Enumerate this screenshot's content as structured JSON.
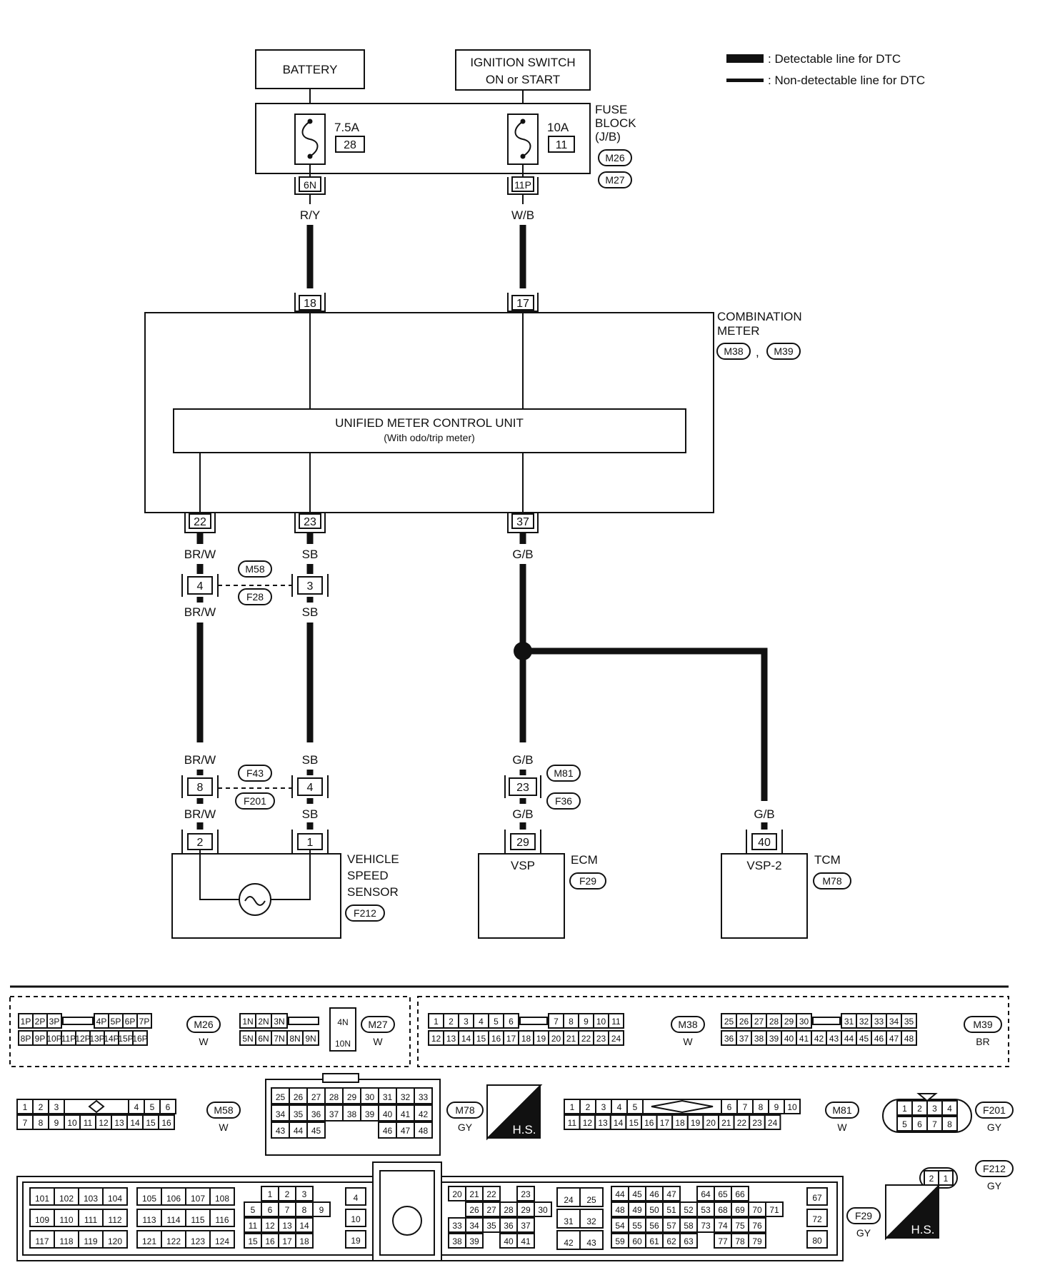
{
  "legend": {
    "detectable": ": Detectable line for DTC",
    "non_detectable": ": Non-detectable line for DTC"
  },
  "power": {
    "battery": "BATTERY",
    "ignition_line1": "IGNITION SWITCH",
    "ignition_line2": "ON or START"
  },
  "fuse_block": {
    "line1": "FUSE",
    "line2": "BLOCK",
    "line3": "(J/B)",
    "conn1": "M26",
    "conn2": "M27",
    "fuse_a_rating": "7.5A",
    "fuse_a_num": "28",
    "fuse_b_rating": "10A",
    "fuse_b_num": "11",
    "term_a": "6N",
    "term_b": "11P"
  },
  "wires": {
    "ry": "R/Y",
    "wb": "W/B",
    "brw": "BR/W",
    "sb": "SB",
    "gb": "G/B"
  },
  "combination_meter": {
    "line1": "COMBINATION",
    "line2": "METER",
    "conn1": "M38",
    "sep": ",",
    "conn2": "M39",
    "pin_in1": "18",
    "pin_in2": "17",
    "pin_out1": "22",
    "pin_out2": "23",
    "pin_out3": "37",
    "unit_line1": "UNIFIED METER CONTROL UNIT",
    "unit_line2": "(With odo/trip meter)"
  },
  "joints": {
    "j1_conn1": "M58",
    "j1_conn2": "F28",
    "j1_pin_a": "4",
    "j1_pin_b": "3",
    "j2_conn1": "F43",
    "j2_conn2": "F201",
    "j2_pin_a": "8",
    "j2_pin_b": "4",
    "j3_conn1": "M81",
    "j3_conn2": "F36",
    "j3_pin": "23"
  },
  "vss": {
    "line1": "VEHICLE",
    "line2": "SPEED",
    "line3": "SENSOR",
    "conn": "F212",
    "pin_a": "2",
    "pin_b": "1"
  },
  "ecm": {
    "name": "ECM",
    "conn": "F29",
    "pin": "29",
    "signal": "VSP"
  },
  "tcm": {
    "name": "TCM",
    "conn": "M78",
    "pin": "40",
    "signal": "VSP-2"
  },
  "connectors": {
    "m26": {
      "id": "M26",
      "color": "W",
      "row1": [
        "1P",
        "2P",
        "3P",
        "",
        "4P",
        "5P",
        "6P",
        "7P"
      ],
      "row2": [
        "8P",
        "9P",
        "10P",
        "11P",
        "12P",
        "13P",
        "14P",
        "15P",
        "16P"
      ]
    },
    "m27": {
      "id": "M27",
      "color": "W",
      "row1": [
        "1N",
        "2N",
        "3N",
        ""
      ],
      "row2": [
        "5N",
        "6N",
        "7N",
        "8N",
        "9N"
      ],
      "side": [
        "4N",
        "10N"
      ]
    },
    "m38": {
      "id": "M38",
      "color": "W",
      "row1": [
        "1",
        "2",
        "3",
        "4",
        "5",
        "6",
        "",
        "7",
        "8",
        "9",
        "10",
        "11"
      ],
      "row2": [
        "12",
        "13",
        "14",
        "15",
        "16",
        "17",
        "18",
        "19",
        "20",
        "21",
        "22",
        "23",
        "24"
      ]
    },
    "m39": {
      "id": "M39",
      "color": "BR",
      "row1": [
        "25",
        "26",
        "27",
        "28",
        "29",
        "30",
        "",
        "31",
        "32",
        "33",
        "34",
        "35"
      ],
      "row2": [
        "36",
        "37",
        "38",
        "39",
        "40",
        "41",
        "42",
        "43",
        "44",
        "45",
        "46",
        "47",
        "48"
      ]
    },
    "m58": {
      "id": "M58",
      "color": "W",
      "row1": [
        "1",
        "2",
        "3",
        "",
        "",
        "4",
        "5",
        "6"
      ],
      "row2": [
        "7",
        "8",
        "9",
        "10",
        "11",
        "12",
        "13",
        "14",
        "15",
        "16"
      ]
    },
    "m78": {
      "id": "M78",
      "color": "GY",
      "row1": [
        "25",
        "26",
        "27",
        "28",
        "29",
        "30",
        "31",
        "32",
        "33"
      ],
      "row2": [
        "34",
        "35",
        "36",
        "37",
        "38",
        "39",
        "40",
        "41",
        "42"
      ],
      "row3": [
        "43",
        "44",
        "45",
        "",
        "",
        "",
        "46",
        "47",
        "48"
      ]
    },
    "m81": {
      "id": "M81",
      "color": "W",
      "row1": [
        "1",
        "2",
        "3",
        "4",
        "5",
        "",
        "6",
        "7",
        "8",
        "9",
        "10"
      ],
      "row2": [
        "11",
        "12",
        "13",
        "14",
        "15",
        "16",
        "17",
        "18",
        "19",
        "20",
        "21",
        "22",
        "23",
        "24"
      ]
    },
    "f201": {
      "id": "F201",
      "color": "GY",
      "row1": [
        "1",
        "2",
        "3",
        "4"
      ],
      "row2": [
        "5",
        "6",
        "7",
        "8"
      ]
    },
    "f212": {
      "id": "F212",
      "color": "GY",
      "row1": [
        "2",
        "1"
      ]
    },
    "f29": {
      "id": "F29",
      "color": "GY",
      "b1": [
        [
          "101",
          "102",
          "103",
          "104"
        ],
        [
          "109",
          "110",
          "111",
          "112"
        ],
        [
          "117",
          "118",
          "119",
          "120"
        ]
      ],
      "b2": [
        [
          "105",
          "106",
          "107",
          "108"
        ],
        [
          "113",
          "114",
          "115",
          "116"
        ],
        [
          "121",
          "122",
          "123",
          "124"
        ]
      ],
      "b3": [
        [
          "",
          "1",
          "2",
          "3"
        ],
        [
          "5",
          "6",
          "7",
          "8",
          "9"
        ],
        [
          "11",
          "12",
          "13",
          "14"
        ],
        [
          "15",
          "16",
          "17",
          "18"
        ]
      ],
      "b4": [
        "4",
        "10",
        "19"
      ],
      "b5": [
        [
          "20",
          "21",
          "22",
          "",
          "23"
        ],
        [
          "",
          "26",
          "27",
          "28",
          "29",
          "30"
        ],
        [
          "33",
          "34",
          "35",
          "36",
          "37"
        ],
        [
          "38",
          "39",
          "",
          "40",
          "41"
        ]
      ],
      "b6": [
        [
          "24",
          "25"
        ],
        [
          "31",
          "32"
        ],
        [
          "42",
          "43"
        ]
      ],
      "b7": [
        [
          "44",
          "45",
          "46",
          "47",
          "",
          "64",
          "65",
          "66"
        ],
        [
          "48",
          "49",
          "50",
          "51",
          "52",
          "53",
          "68",
          "69",
          "70",
          "71"
        ],
        [
          "54",
          "55",
          "56",
          "57",
          "58",
          "73",
          "74",
          "75",
          "76"
        ],
        [
          "59",
          "60",
          "61",
          "62",
          "63",
          "",
          "77",
          "78",
          "79"
        ]
      ],
      "b8": [
        "67",
        "72",
        "80"
      ]
    },
    "hs": "H.S."
  }
}
